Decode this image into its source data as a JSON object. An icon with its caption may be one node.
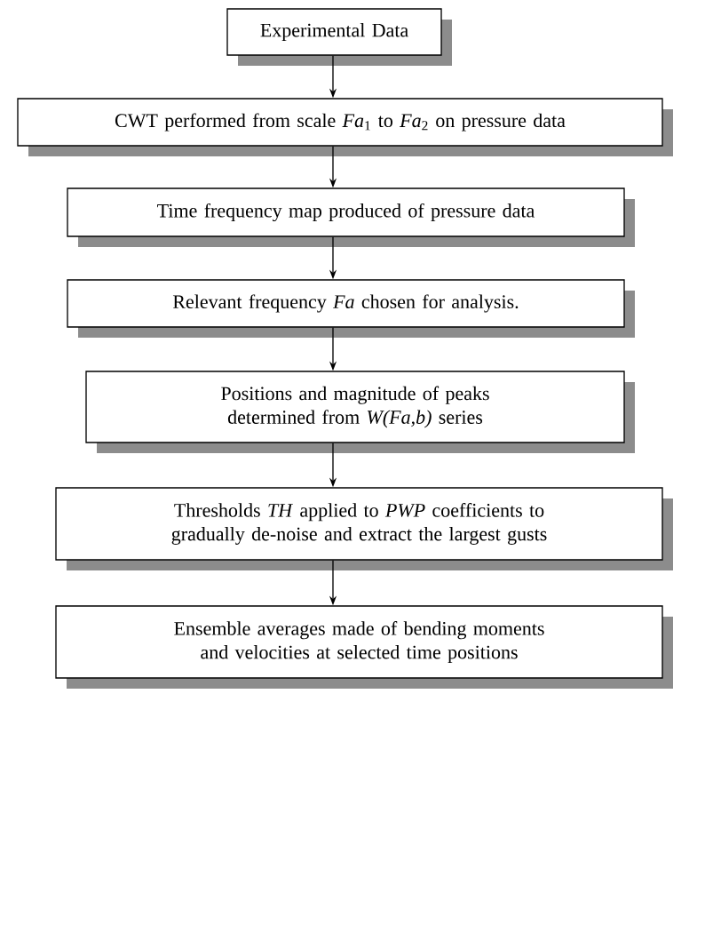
{
  "diagram": {
    "nodes": [
      {
        "text": [
          "Experimental Data"
        ]
      },
      {
        "text": [
          "CWT performed from scale *Fa*$_{1}$ to *Fa*$_{2}$ on pressure data"
        ]
      },
      {
        "text": [
          "Time frequency map produced of pressure data"
        ]
      },
      {
        "text": [
          "Relevant frequency *Fa* chosen for analysis."
        ]
      },
      {
        "text": [
          "Positions and magnitude of peaks determined from *W(Fa,b)* series"
        ]
      },
      {
        "text": [
          "Thresholds *TH* applied to *PWP* coefficients to gradually de-noise and extract the largest gusts"
        ]
      },
      {
        "text": [
          "Ensemble averages made of bending moments and velocities at selected time positions"
        ]
      }
    ],
    "edges": [
      {
        "from": 0,
        "to": 1,
        "arrow": "to"
      },
      {
        "from": 1,
        "to": 2,
        "arrow": "to"
      },
      {
        "from": 2,
        "to": 3,
        "arrow": "to"
      },
      {
        "from": 3,
        "to": 4,
        "arrow": "to"
      },
      {
        "from": 4,
        "to": 5,
        "arrow": "to"
      },
      {
        "from": 5,
        "to": 6,
        "arrow": "to"
      }
    ]
  }
}
